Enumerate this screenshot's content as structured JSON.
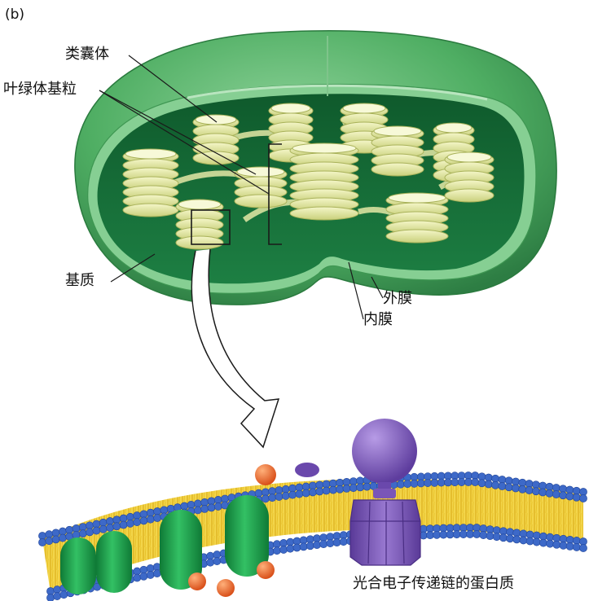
{
  "figure": {
    "panel_label": "(b)",
    "labels": {
      "thylakoid": "类囊体",
      "granum": "叶绿体基粒",
      "stroma": "基质",
      "outer_membrane": "外膜",
      "inner_membrane": "内膜",
      "etc_protein": "光合电子传递链的蛋白质"
    }
  },
  "colors": {
    "outer_membrane": "#4fae63",
    "inner_membrane": "#7cc68a",
    "stroma": "#17703a",
    "thylakoid": "#e4e8a6",
    "thylakoid_edge": "#a9b25a",
    "lipid_head": "#3d69c8",
    "lipid_tail": "#f0cc2a",
    "protein_green": "#1aa04a",
    "protein_purple": "#7a56b8",
    "carrier_orange": "#ee6a22"
  }
}
